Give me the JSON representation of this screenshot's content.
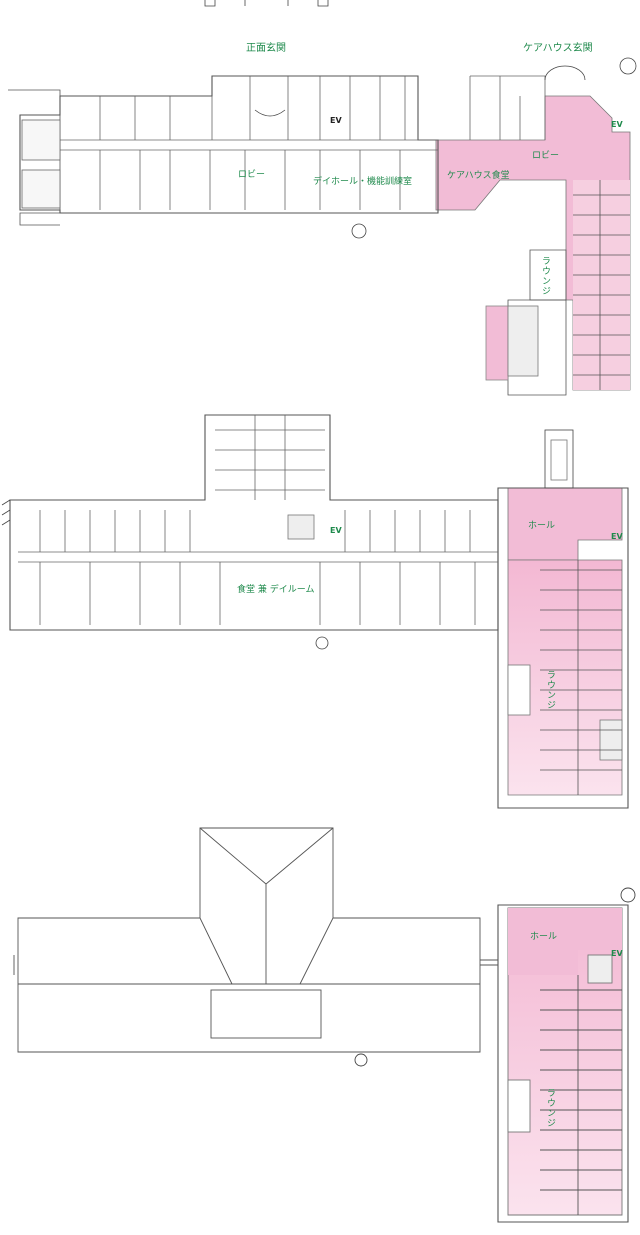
{
  "floors": [
    {
      "id": "floor-1",
      "labels": {
        "main_entrance": "正面玄関",
        "carehouse_entrance": "ケアハウス玄関",
        "lobby_left": "ロビー",
        "dayhall": "デイホール・機能訓練室",
        "carehouse_dining": "ケアハウス食堂",
        "lobby_right": "ロビー",
        "lounge": "ラウンジ",
        "ev_center": "EV",
        "ev_right": "EV"
      }
    },
    {
      "id": "floor-2",
      "labels": {
        "dining_dayroom": "食堂 兼 デイルーム",
        "hall": "ホール",
        "lounge": "ラウンジ",
        "ev_center": "EV",
        "ev_right": "EV"
      }
    },
    {
      "id": "floor-3",
      "labels": {
        "hall": "ホール",
        "lounge": "ラウンジ",
        "ev_right": "EV"
      }
    }
  ],
  "colors": {
    "highlight": "#f2bcd6",
    "highlight_light": "#f8dbe8",
    "wall": "#555555",
    "label": "#1f8a4c"
  }
}
